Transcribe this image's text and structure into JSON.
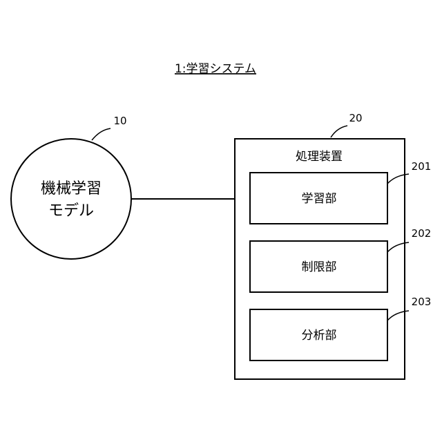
{
  "diagram": {
    "title": "1:学習システム",
    "ml_model": {
      "ref": "10",
      "label_line1": "機械学習",
      "label_line2": "モデル"
    },
    "processing_device": {
      "ref": "20",
      "label": "処理装置",
      "units": [
        {
          "ref": "201",
          "label": "学習部"
        },
        {
          "ref": "202",
          "label": "制限部"
        },
        {
          "ref": "203",
          "label": "分析部"
        }
      ]
    }
  }
}
